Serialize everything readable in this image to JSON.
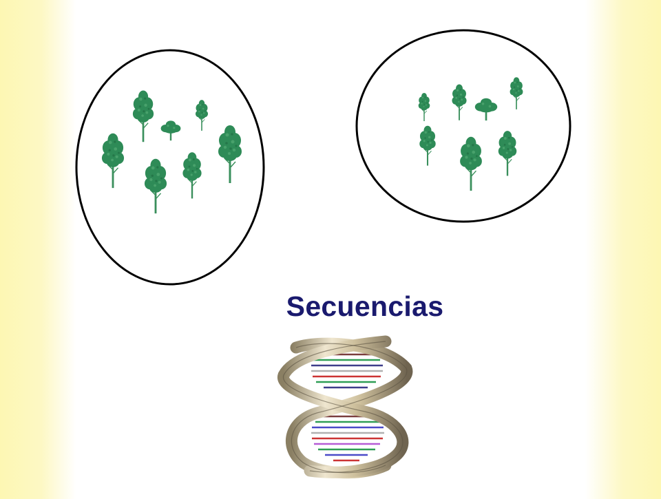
{
  "slide": {
    "caption": "Secuencias",
    "colors": {
      "caption": "#1a1a6e",
      "tree_foliage": "#2e8b57",
      "tree_trunk": "#3a8f5c",
      "outline": "#000000",
      "background_edge": "#fdf7b3"
    },
    "groups": [
      {
        "name": "population-left",
        "tree_count": 7,
        "icon": "tree-icon"
      },
      {
        "name": "population-right",
        "tree_count": 7,
        "icon": "tree-icon"
      }
    ],
    "dna_icon": "dna-double-helix-icon"
  }
}
